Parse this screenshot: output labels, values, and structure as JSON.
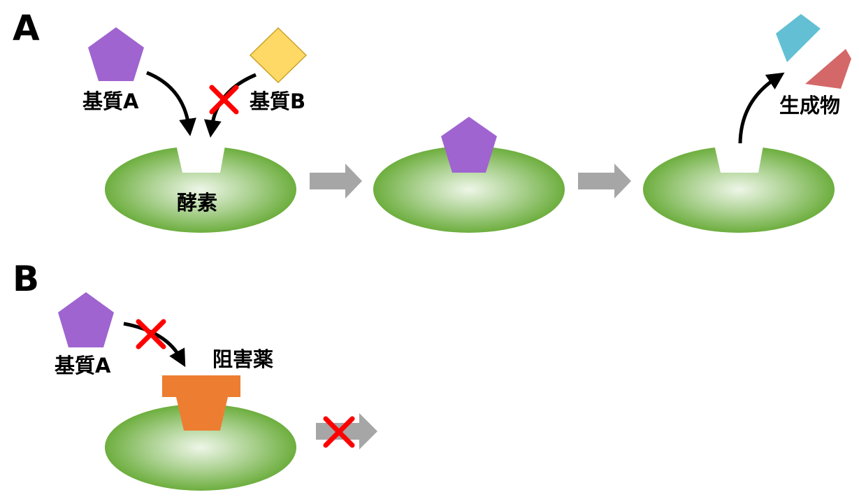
{
  "panels": {
    "a": {
      "label": "A",
      "substrate_a": "基質A",
      "substrate_b": "基質B",
      "enzyme": "酵素",
      "product": "生成物"
    },
    "b": {
      "label": "B",
      "substrate_a": "基質A",
      "inhibitor": "阻害薬"
    }
  },
  "colors": {
    "substrate_a": "#9F64D0",
    "substrate_b": "#FFD966",
    "enzyme_center": "#EEF6E8",
    "enzyme_edge": "#6DAE3E",
    "inhibitor": "#ED7D31",
    "product_1": "#63C0D4",
    "product_2": "#D46868",
    "gray_arrow": "#A6A6A6",
    "block_cross": "#FF0000"
  }
}
